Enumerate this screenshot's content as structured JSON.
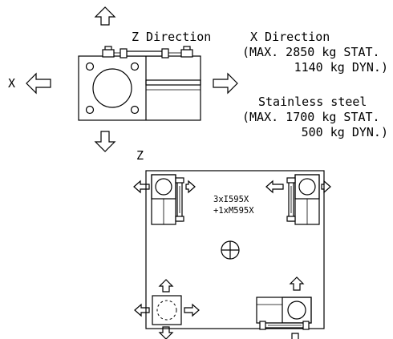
{
  "labels": {
    "z_direction": "Z Direction",
    "x_direction": "X Direction",
    "x_direction_load_stat": "(MAX. 2850 kg  STAT.",
    "x_direction_load_dyn": "1140 kg  DYN.)",
    "stainless": "Stainless steel",
    "stainless_load_stat": "(MAX. 1700 kg  STAT.",
    "stainless_load_dyn": "500 kg  DYN.)",
    "x_axis": "X",
    "z_axis": "Z",
    "config_line1": "3xI595X",
    "config_line2": "+1xM595X"
  }
}
